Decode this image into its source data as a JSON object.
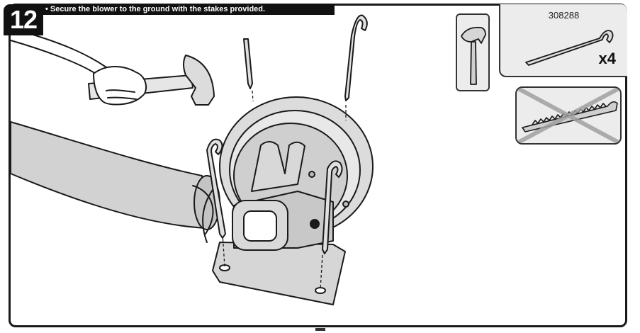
{
  "step": {
    "number": "12",
    "instruction": "• Secure the blower to the ground with the stakes provided."
  },
  "part": {
    "number": "308288",
    "quantity": "x4",
    "icon": "stake-icon"
  },
  "tool": {
    "icon": "hammer-icon"
  },
  "warning": {
    "icon": "prohibited-stake-icon"
  },
  "colors": {
    "ink": "#1a1a1a",
    "panel": "#ececec",
    "fill": "#cfcfcf",
    "cross": "#a0a0a0"
  }
}
